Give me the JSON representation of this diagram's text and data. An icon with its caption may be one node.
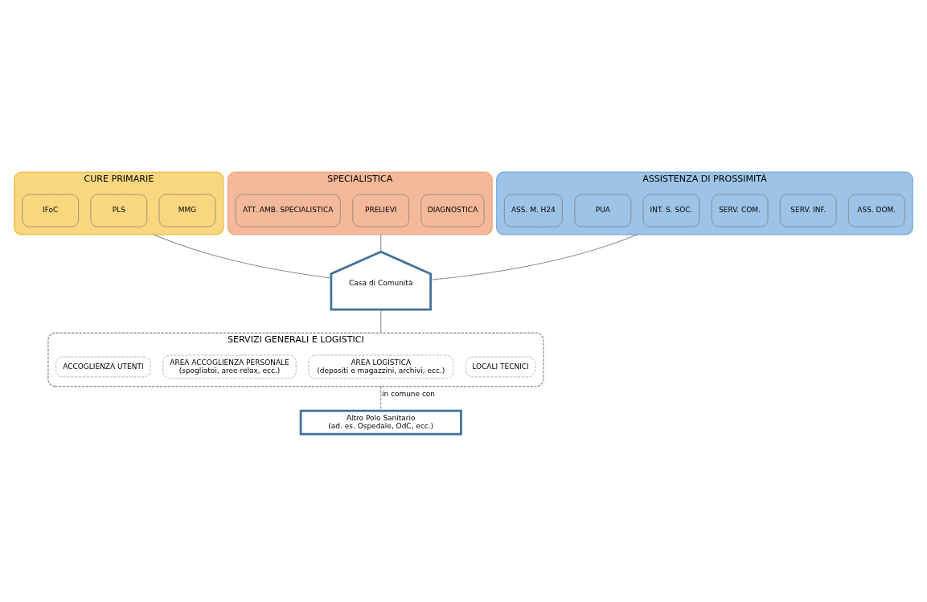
{
  "diagram": {
    "nodes": [
      {
        "text": [
          "CURE PRIMARIE"
        ]
      },
      {
        "text": [
          "MMG"
        ],
        "in": 0
      },
      {
        "text": [
          "PLS"
        ],
        "in": 0
      },
      {
        "text": [
          "IFoC"
        ],
        "in": 0
      },
      {
        "text": [
          "SPECIALISTICA"
        ]
      },
      {
        "text": [
          "DIAGNOSTICA"
        ],
        "in": 4
      },
      {
        "text": [
          "PRELIEVI"
        ],
        "in": 4
      },
      {
        "text": [
          "ATT. AMB. SPECIALISTICA"
        ],
        "in": 4
      },
      {
        "text": [
          "Casa di Comunità"
        ]
      },
      {
        "text": [
          "ASSISTENZA DI PROSSIMITÀ"
        ]
      },
      {
        "text": [
          "ASS. DOM."
        ],
        "in": 9
      },
      {
        "text": [
          "SERV. INF."
        ],
        "in": 9
      },
      {
        "text": [
          "SERV. COM."
        ],
        "in": 9
      },
      {
        "text": [
          "INT. S. SOC."
        ],
        "in": 9
      },
      {
        "text": [
          "PUA"
        ],
        "in": 9
      },
      {
        "text": [
          "ASS. M. H24"
        ],
        "in": 9
      },
      {
        "text": [
          "SERVIZI GENERALI E LOGISTICI"
        ]
      },
      {
        "text": [
          "LOCALI TECNICI"
        ],
        "in": 16
      },
      {
        "text": [
          "AREA LOGISTICA",
          "(depositi e magazzini, archivi, ecc.)"
        ],
        "in": 16
      },
      {
        "text": [
          "AREA ACCOGLIENZA PERSONALE",
          "(spogliatoi, aree relax, ecc.)"
        ],
        "in": 16
      },
      {
        "text": [
          "ACCOGLIENZA UTENTI"
        ],
        "in": 16
      },
      {
        "text": [
          "Altro Polo Sanitario",
          "(ad. es. Ospedale, OdC, ecc.)"
        ]
      }
    ],
    "edges": [
      {
        "from": 0,
        "to": 8,
        "arrow": "none"
      },
      {
        "from": 4,
        "to": 8,
        "arrow": "none"
      },
      {
        "from": 9,
        "to": 8,
        "arrow": "none"
      },
      {
        "from": 8,
        "to": 16,
        "arrow": "none"
      },
      {
        "from": 16,
        "to": 21,
        "arrow": "none",
        "label": "in comune con",
        "style": "dashed",
        "color": "#888888"
      }
    ]
  }
}
